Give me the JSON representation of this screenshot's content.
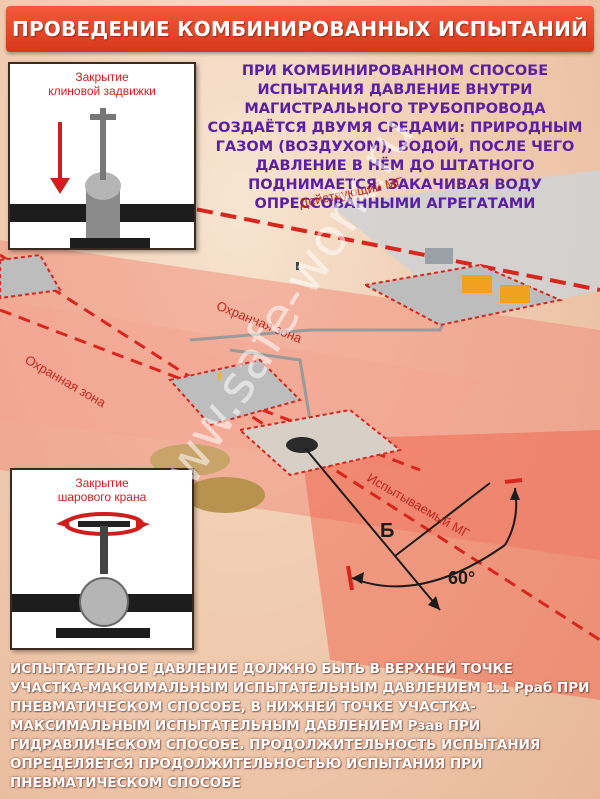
{
  "header": {
    "title": "ПРОВЕДЕНИЕ КОМБИНИРОВАННЫХ ИСПЫТАНИЙ"
  },
  "intro": {
    "text": "ПРИ КОМБИНИРОВАННОМ СПОСОБЕ ИСПЫТАНИЯ ДАВЛЕНИЕ ВНУТРИ МАГИСТРАЛЬНОГО ТРУБОПРОВОДА СОЗДАЁТСЯ ДВУМЯ СРЕДАМИ: ПРИРОДНЫМ ГАЗОМ (ВОЗДУХОМ), ВОДОЙ, ПОСЛЕ ЧЕГО ДАВЛЕНИЕ В НЁМ ДО ШТАТНОГО ПОДНИМАЕТСЯ, ЗАКАЧИВАЯ ВОДУ ОПРЕССОВАННЫМИ АГРЕГАТАМИ"
  },
  "insets": {
    "valve_caption_line1": "Закрытие",
    "valve_caption_line2": "клиновой задвижки",
    "ball_caption_line1": "Закрытие",
    "ball_caption_line2": "шарового крана"
  },
  "scene": {
    "active_pipeline": "Действующий МГ",
    "tested_pipeline": "Испытываемый МГ",
    "security_zone_1": "Охранная зона",
    "security_zone_2": "Охранная зона",
    "direction_label": "Б",
    "angle_label": "60°"
  },
  "footer": {
    "text": "ИСПЫТАТЕЛЬНОЕ ДАВЛЕНИЕ ДОЛЖНО БЫТЬ В ВЕРХНЕЙ ТОЧКЕ УЧАСТКА-МАКСИМАЛЬНЫМ ИСПЫТАТЕЛЬНЫМ ДАВЛЕНИЕМ 1.1 Pраб ПРИ ПНЕВМАТИЧЕСКОМ СПОСОБЕ, В НИЖНЕЙ ТОЧКЕ УЧАСТКА-МАКСИМАЛЬНЫМ ИСПЫТАТЕЛЬНЫМ ДАВЛЕНИЕМ Pзав ПРИ ГИДРАВЛИЧЕСКОМ СПОСОБЕ. ПРОДОЛЖИТЕЛЬНОСТЬ ИСПЫТАНИЯ ОПРЕДЕЛЯЕТСЯ ПРОДОЛЖИТЕЛЬНОСТЬЮ ИСПЫТАНИЯ ПРИ ПНЕВМАТИЧЕСКОМ СПОСОБЕ"
  },
  "watermark": {
    "text": "www.safe-work.ru"
  },
  "colors": {
    "title_red": "#e2452a",
    "intro_purple": "#5a1fa3",
    "zone_red": "#e8503a",
    "caption_red": "#d01e1e"
  }
}
